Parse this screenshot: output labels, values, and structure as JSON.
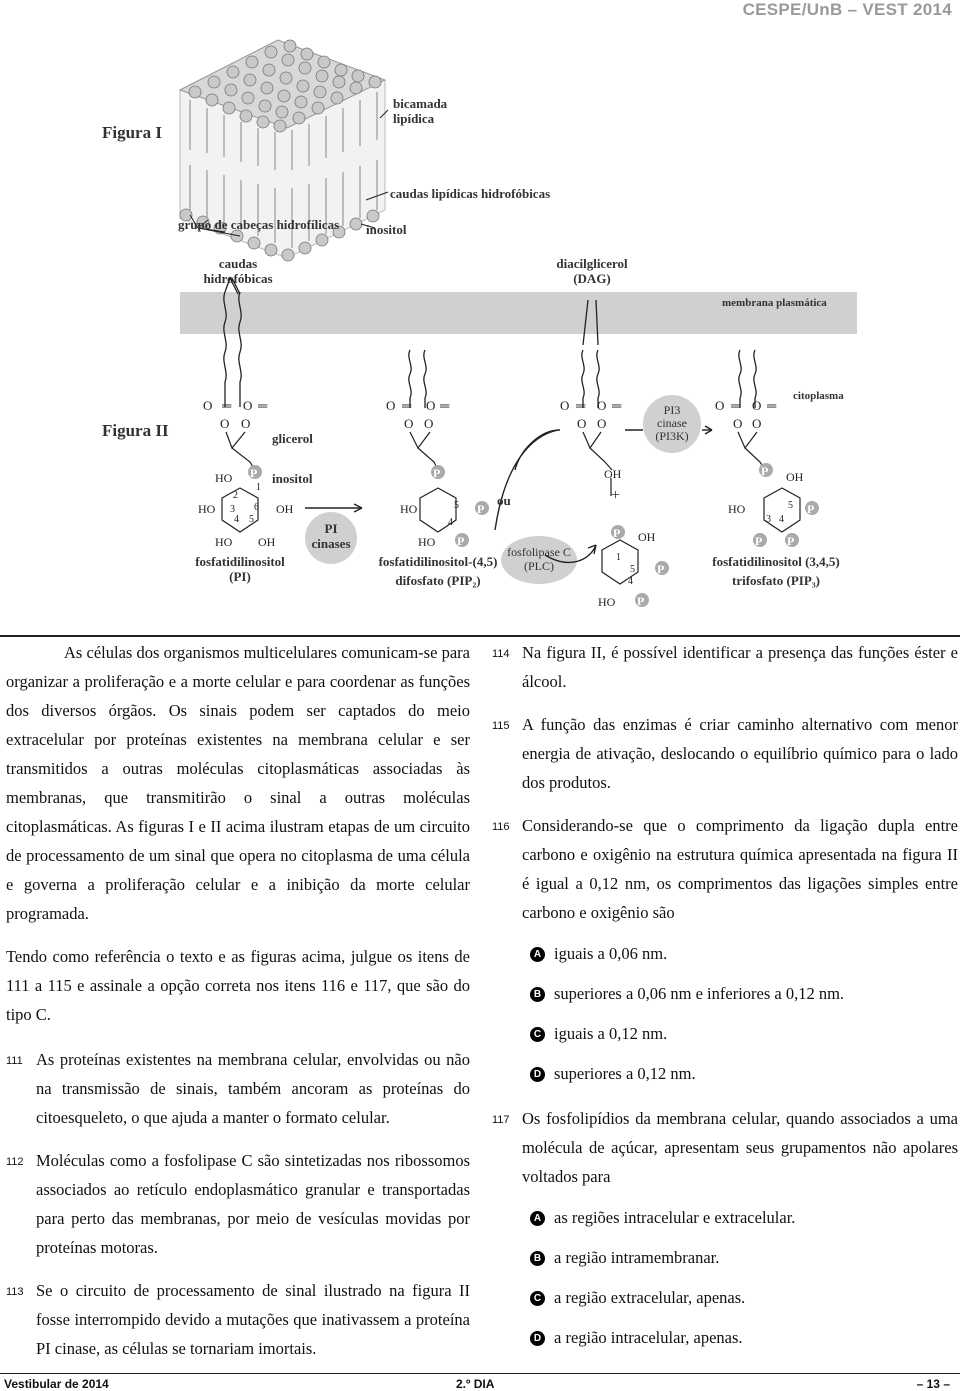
{
  "header": {
    "title": "CESPE/UnB – VEST 2014"
  },
  "figure1": {
    "label": "Figura I",
    "bilayer": "bicamada lipídica",
    "tails": "caudas lipídicas hidrofóbicas",
    "heads": "grupo de cabeças hidrofílicas",
    "inositol": "inositol"
  },
  "figure2": {
    "label": "Figura II",
    "tails": "caudas hidrofóbicas",
    "dag": "diacilglicerol (DAG)",
    "membrane": "membrana plasmática",
    "cytoplasm": "citoplasma",
    "glycerol": "glicerol",
    "inositol": "inositol",
    "pi_name": "fosfatidilinositol (PI)",
    "pi_kinases": "PI cinases",
    "pip2_name": "fosfatidilinositol-(4,5) difosfato (PIP2)",
    "plc": "fosfolipase C (PLC)",
    "ou": "ou",
    "plus": "+",
    "pi3k": "PI3 cinase (PI3K)",
    "pip3_name": "fosfatidilinositol (3,4,5) trifosfato (PIP3)"
  },
  "text": {
    "intro": "As células dos organismos multicelulares comunicam-se para organizar a proliferação e a morte celular e para coordenar as funções dos diversos órgãos. Os sinais podem ser captados do meio extracelular por proteínas existentes na membrana celular e ser transmitidos a outras moléculas citoplasmáticas associadas às membranas, que transmitirão o sinal a outras moléculas citoplasmáticas. As figuras I e II acima ilustram etapas de um circuito de processamento de um sinal que opera no citoplasma de uma célula e governa a proliferação celular e a inibição da morte celular programada.",
    "instructions": "Tendo como referência o texto e as figuras acima, julgue os itens de 111 a 115 e assinale a opção correta nos itens 116 e 117, que são do tipo C."
  },
  "items": [
    {
      "num": "111",
      "text": "As proteínas existentes na membrana celular, envolvidas ou não na transmissão de sinais, também ancoram as proteínas do citoesqueleto, o que ajuda a manter o formato celular."
    },
    {
      "num": "112",
      "text": "Moléculas como a fosfolipase C são sintetizadas nos ribossomos associados ao retículo endoplasmático granular e transportadas para perto das membranas, por meio de vesículas movidas por proteínas motoras."
    },
    {
      "num": "113",
      "text": "Se o circuito de processamento de sinal ilustrado na figura II fosse interrompido devido a mutações que inativassem a proteína PI cinase, as células se tornariam imortais."
    },
    {
      "num": "114",
      "text": "Na figura II, é possível identificar a presença das funções éster e álcool."
    },
    {
      "num": "115",
      "text": "A função das enzimas é criar caminho alternativo com menor energia de ativação, deslocando o equilíbrio químico para o lado dos produtos."
    },
    {
      "num": "116",
      "text": "Considerando-se que o comprimento da ligação dupla entre carbono e oxigênio na estrutura química apresentada na figura II é igual a 0,12 nm, os comprimentos das ligações simples entre carbono e oxigênio são",
      "options": [
        {
          "letter": "A",
          "text": "iguais a 0,06 nm."
        },
        {
          "letter": "B",
          "text": "superiores a 0,06 nm e inferiores a 0,12 nm."
        },
        {
          "letter": "C",
          "text": "iguais a 0,12 nm."
        },
        {
          "letter": "D",
          "text": "superiores a 0,12 nm."
        }
      ]
    },
    {
      "num": "117",
      "text": "Os fosfolipídios da membrana celular, quando associados a uma molécula de açúcar, apresentam seus grupamentos não apolares voltados para",
      "options": [
        {
          "letter": "A",
          "text": "as regiões intracelular e extracelular."
        },
        {
          "letter": "B",
          "text": "a região intramembranar."
        },
        {
          "letter": "C",
          "text": "a região extracelular, apenas."
        },
        {
          "letter": "D",
          "text": "a região intracelular, apenas."
        }
      ]
    }
  ],
  "footer": {
    "left": "Vestibular de 2014",
    "center": "2.º DIA",
    "right": "– 13 –"
  }
}
